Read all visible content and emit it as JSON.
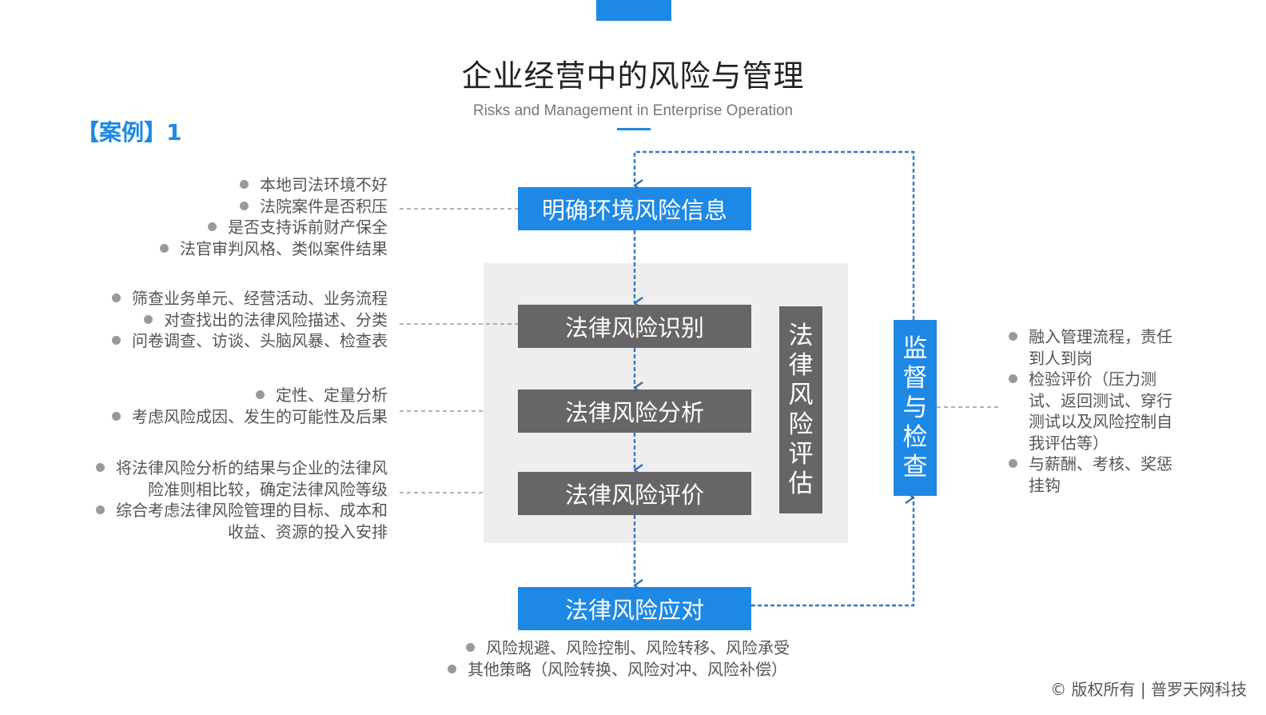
{
  "header": {
    "title": "企业经营中的风险与管理",
    "subtitle": "Risks and Management in Enterprise Operation"
  },
  "case_label": "【案例】1",
  "flow": {
    "environment": "明确环境风险信息",
    "identification": "法律风险识别",
    "analysis": "法律风险分析",
    "evaluation": "法律风险评价",
    "response": "法律风险应对",
    "assessment_vertical": "法律风险评估",
    "monitor_vertical": "监督与检查"
  },
  "notes": {
    "environment": [
      "本地司法环境不好",
      "法院案件是否积压",
      "是否支持诉前财产保全",
      "法官审判风格、类似案件结果"
    ],
    "identification": [
      "筛查业务单元、经营活动、业务流程",
      "对查找出的法律风险描述、分类",
      "问卷调查、访谈、头脑风暴、检查表"
    ],
    "analysis": [
      "定性、定量分析",
      "考虑风险成因、发生的可能性及后果"
    ],
    "evaluation": [
      {
        "line1": "将法律风险分析的结果与企业的法律风",
        "line2": "险准则相比较，确定法律风险等级"
      },
      {
        "line1": "综合考虑法律风险管理的目标、成本和",
        "line2": "收益、资源的投入安排"
      }
    ],
    "monitor": [
      "融入管理流程，责任到人到岗",
      "检验评价（压力测试、返回测试、穿行测试以及风险控制自我评估等）",
      "与薪酬、考核、奖惩挂钩"
    ],
    "response": [
      "风险规避、风险控制、风险转移、风险承受",
      "其他策略（风险转换、风险对冲、风险补偿）"
    ]
  },
  "copyright": "© 版权所有 | 普罗天网科技",
  "colors": {
    "accent": "#1e88e5",
    "box_gray": "#666666",
    "panel": "#eeeeee",
    "dash": "#999999"
  }
}
